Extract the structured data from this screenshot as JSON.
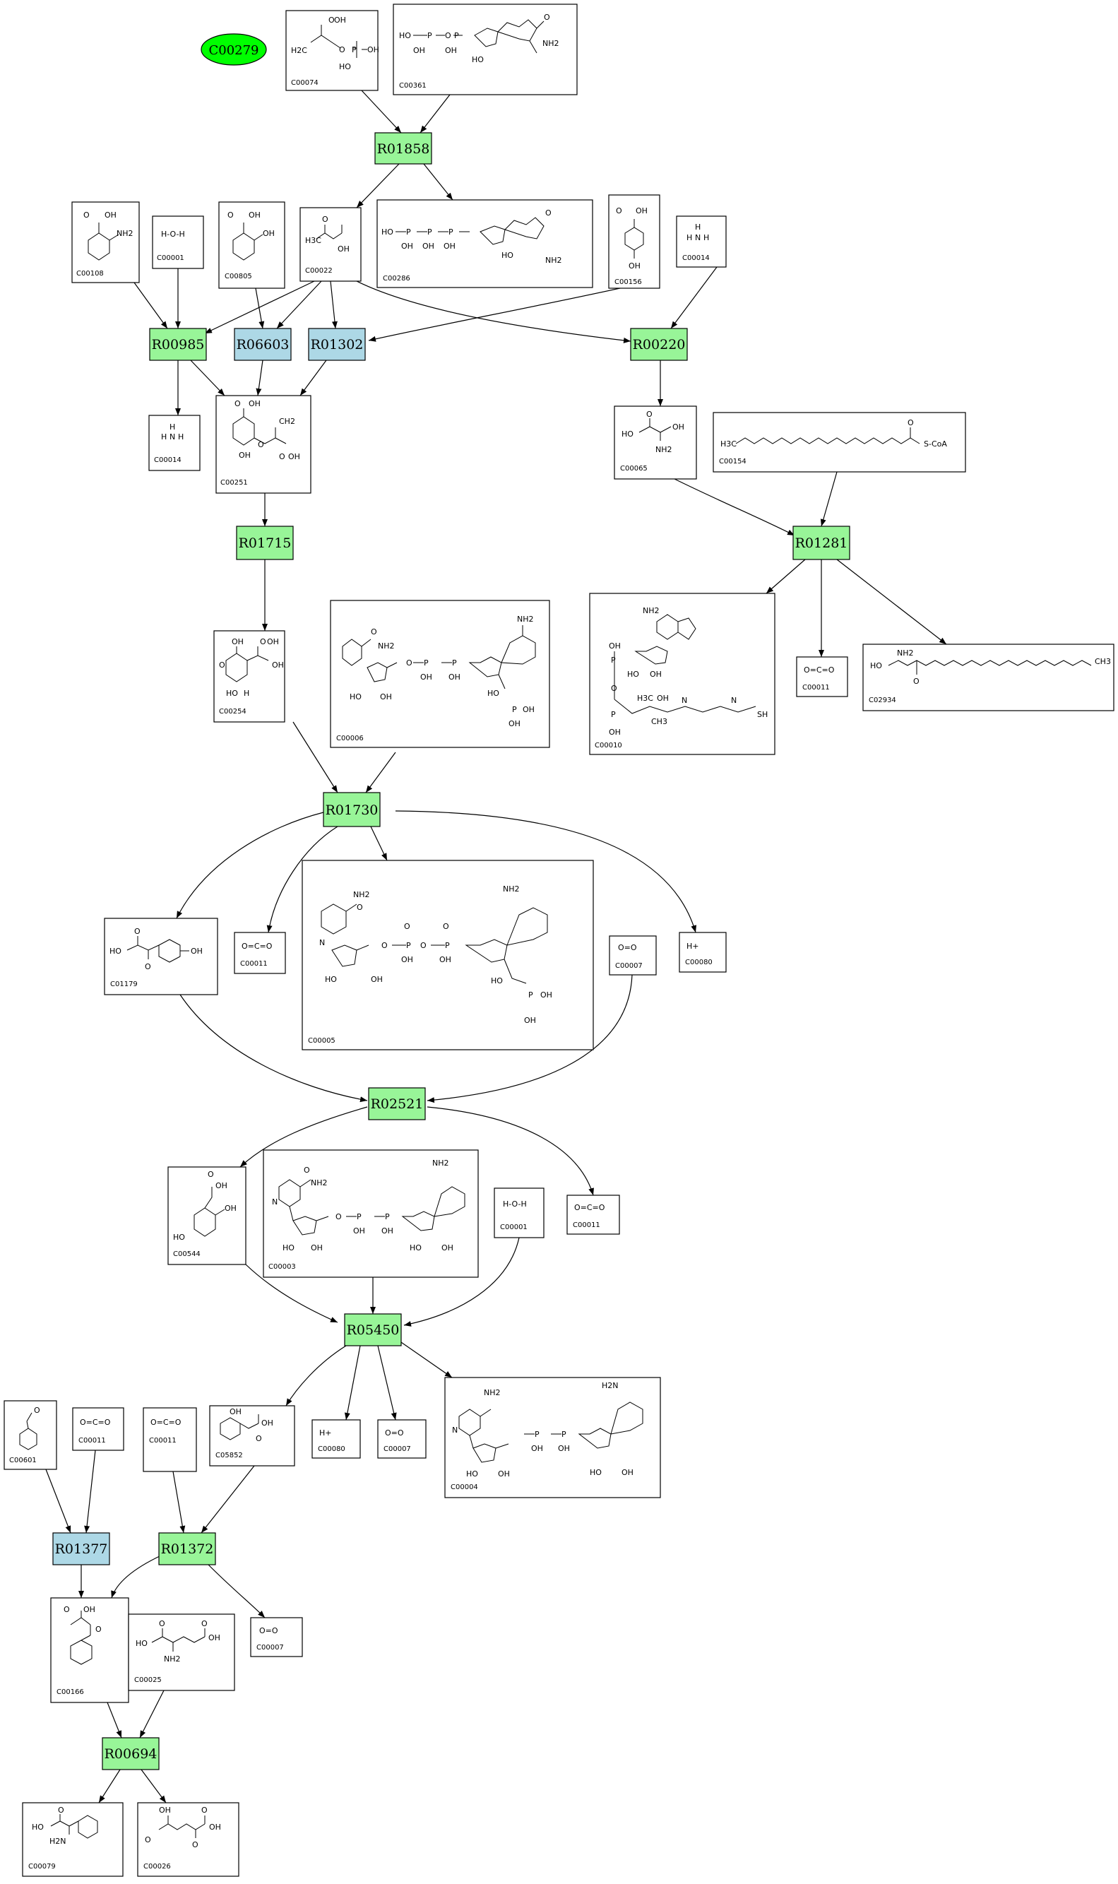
{
  "colors": {
    "reaction_green": "#98f598",
    "reaction_blue": "#add8e6",
    "start_node": "#00ff00"
  },
  "start_node": {
    "label": "C00279"
  },
  "reactions": [
    {
      "id": "R01858",
      "color": "reaction_green"
    },
    {
      "id": "R00985",
      "color": "reaction_green"
    },
    {
      "id": "R06603",
      "color": "reaction_blue"
    },
    {
      "id": "R01302",
      "color": "reaction_blue"
    },
    {
      "id": "R00220",
      "color": "reaction_green"
    },
    {
      "id": "R01715",
      "color": "reaction_green"
    },
    {
      "id": "R01281",
      "color": "reaction_green"
    },
    {
      "id": "R01730",
      "color": "reaction_green"
    },
    {
      "id": "R02521",
      "color": "reaction_green"
    },
    {
      "id": "R05450",
      "color": "reaction_green"
    },
    {
      "id": "R01377",
      "color": "reaction_blue"
    },
    {
      "id": "R01372",
      "color": "reaction_green"
    },
    {
      "id": "R00694",
      "color": "reaction_green"
    }
  ],
  "compounds": [
    {
      "key": "c00074",
      "label": "C00074"
    },
    {
      "key": "c00361",
      "label": "C00361"
    },
    {
      "key": "c00108",
      "label": "C00108"
    },
    {
      "key": "c00001a",
      "label": "C00001"
    },
    {
      "key": "c00805",
      "label": "C00805"
    },
    {
      "key": "c00022",
      "label": "C00022"
    },
    {
      "key": "c00286",
      "label": "C00286"
    },
    {
      "key": "c00156",
      "label": "C00156"
    },
    {
      "key": "c00014a",
      "label": "C00014"
    },
    {
      "key": "c00014b",
      "label": "C00014"
    },
    {
      "key": "c00251",
      "label": "C00251"
    },
    {
      "key": "c00065",
      "label": "C00065"
    },
    {
      "key": "c00154",
      "label": "C00154"
    },
    {
      "key": "c00254",
      "label": "C00254"
    },
    {
      "key": "c00006",
      "label": "C00006"
    },
    {
      "key": "c00010",
      "label": "C00010"
    },
    {
      "key": "c00011a",
      "label": "C00011"
    },
    {
      "key": "c02934",
      "label": "C02934"
    },
    {
      "key": "c01179",
      "label": "C01179"
    },
    {
      "key": "c00011b",
      "label": "C00011"
    },
    {
      "key": "c00005",
      "label": "C00005"
    },
    {
      "key": "c00007a",
      "label": "C00007"
    },
    {
      "key": "c00080a",
      "label": "C00080"
    },
    {
      "key": "c00544",
      "label": "C00544"
    },
    {
      "key": "c00003",
      "label": "C00003"
    },
    {
      "key": "c00001b",
      "label": "C00001"
    },
    {
      "key": "c00011c",
      "label": "C00011"
    },
    {
      "key": "c00601",
      "label": "C00601"
    },
    {
      "key": "c00011d",
      "label": "C00011"
    },
    {
      "key": "c00011e",
      "label": "C00011"
    },
    {
      "key": "c05852",
      "label": "C05852"
    },
    {
      "key": "c00080b",
      "label": "C00080"
    },
    {
      "key": "c00007b",
      "label": "C00007"
    },
    {
      "key": "c00004",
      "label": "C00004"
    },
    {
      "key": "c00166",
      "label": "C00166"
    },
    {
      "key": "c00025",
      "label": "C00025"
    },
    {
      "key": "c00007c",
      "label": "C00007"
    },
    {
      "key": "c00079",
      "label": "C00079"
    },
    {
      "key": "c00026",
      "label": "C00026"
    }
  ],
  "structure_text": {
    "oh": "OH",
    "ho": "HO",
    "o": "O",
    "n": "N",
    "p": "P",
    "h": "H",
    "nh2": "NH2",
    "h2n": "H2N",
    "ch3": "CH3",
    "h3c": "H3C",
    "h2c": "H2C",
    "ch2": "CH2",
    "sh": "SH",
    "scoa": "S-CoA",
    "hplus": "H+",
    "o_eq_o": "O=O",
    "o_eq_c_eq_o": "O=C=O",
    "h_o_h": "H-O-H"
  }
}
